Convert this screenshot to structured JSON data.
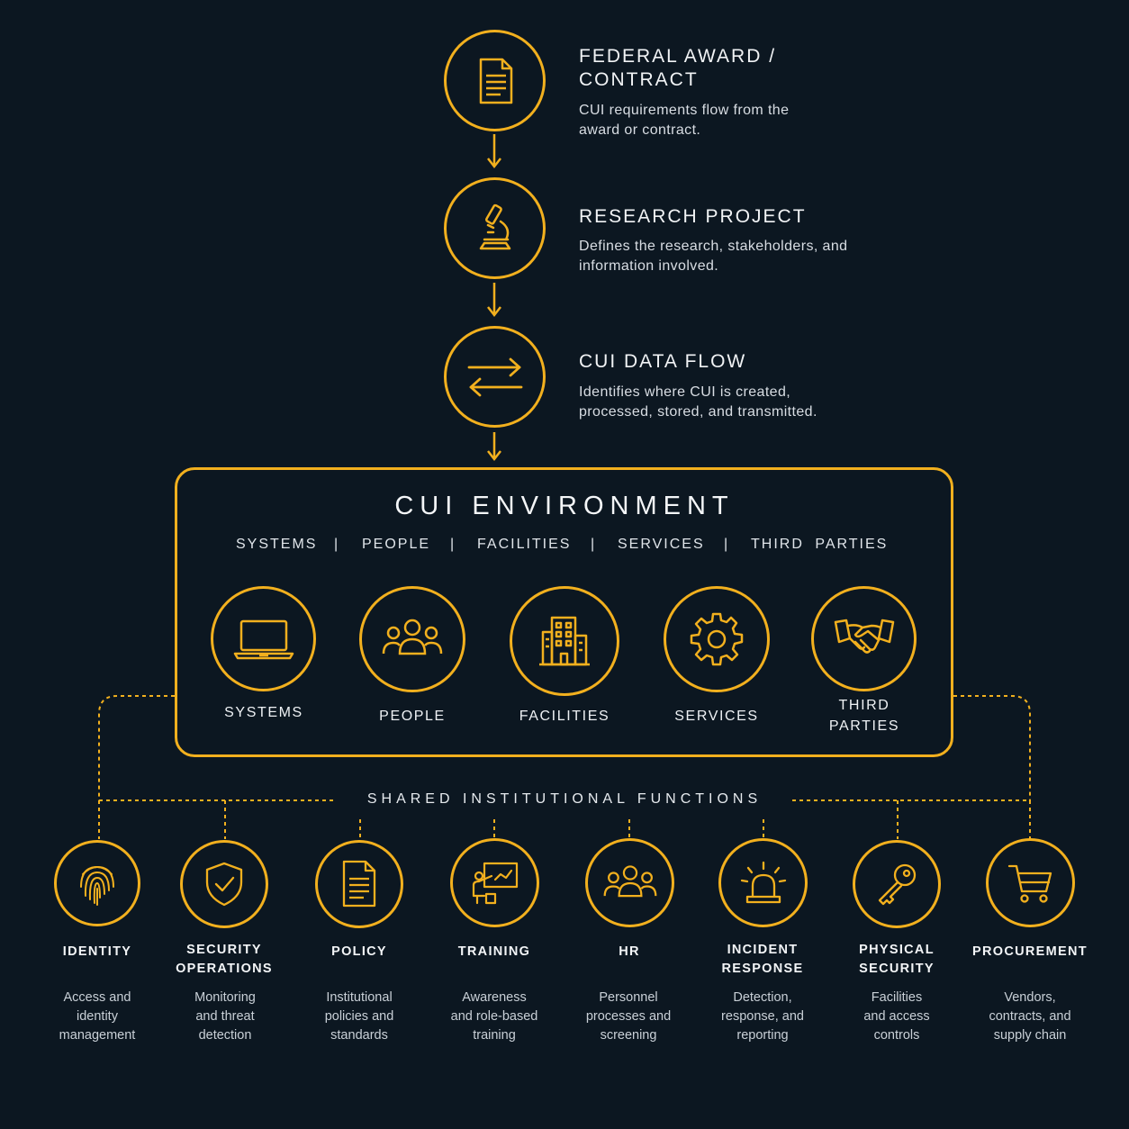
{
  "colors": {
    "background": "#0c1721",
    "accent": "#f2b01e",
    "text": "#e9edf2"
  },
  "steps": [
    {
      "icon": "document-icon",
      "title": "FEDERAL AWARD / CONTRACT",
      "description": "CUI requirements flow from the award or contract."
    },
    {
      "icon": "microscope-icon",
      "title": "RESEARCH PROJECT",
      "description": "Defines the research, stakeholders, and information involved."
    },
    {
      "icon": "exchange-arrows-icon",
      "title": "CUI DATA FLOW",
      "description": "Identifies where CUI is created, processed, stored, and transmitted."
    }
  ],
  "environment": {
    "title": "CUI ENVIRONMENT",
    "subtitle_items": [
      "SYSTEMS",
      "PEOPLE",
      "FACILITIES",
      "SERVICES",
      "THIRD PARTIES"
    ],
    "separator": "|",
    "items": [
      {
        "icon": "laptop-icon",
        "label": "SYSTEMS"
      },
      {
        "icon": "people-icon",
        "label": "PEOPLE"
      },
      {
        "icon": "building-icon",
        "label": "FACILITIES"
      },
      {
        "icon": "gear-icon",
        "label": "SERVICES"
      },
      {
        "icon": "handshake-icon",
        "label_line1": "THIRD",
        "label_line2": "PARTIES"
      }
    ]
  },
  "shared": {
    "label": "SHARED INSTITUTIONAL FUNCTIONS",
    "functions": [
      {
        "icon": "fingerprint-icon",
        "title1": "IDENTITY",
        "title2": "",
        "desc1": "Access and",
        "desc2": "identity",
        "desc3": "management"
      },
      {
        "icon": "shield-check-icon",
        "title1": "SECURITY",
        "title2": "OPERATIONS",
        "desc1": "Monitoring",
        "desc2": "and threat",
        "desc3": "detection"
      },
      {
        "icon": "policy-document-icon",
        "title1": "POLICY",
        "title2": "",
        "desc1": "Institutional",
        "desc2": "policies and",
        "desc3": "standards"
      },
      {
        "icon": "presentation-icon",
        "title1": "TRAINING",
        "title2": "",
        "desc1": "Awareness",
        "desc2": "and role-based",
        "desc3": "training"
      },
      {
        "icon": "group-icon",
        "title1": "HR",
        "title2": "",
        "desc1": "Personnel",
        "desc2": "processes and",
        "desc3": "screening"
      },
      {
        "icon": "alarm-light-icon",
        "title1": "INCIDENT",
        "title2": "RESPONSE",
        "desc1": "Detection,",
        "desc2": "response, and",
        "desc3": "reporting"
      },
      {
        "icon": "key-icon",
        "title1": "PHYSICAL",
        "title2": "SECURITY",
        "desc1": "Facilities",
        "desc2": "and access",
        "desc3": "controls"
      },
      {
        "icon": "cart-icon",
        "title1": "PROCUREMENT",
        "title2": "",
        "desc1": "Vendors,",
        "desc2": "contracts, and",
        "desc3": "supply chain"
      }
    ]
  }
}
